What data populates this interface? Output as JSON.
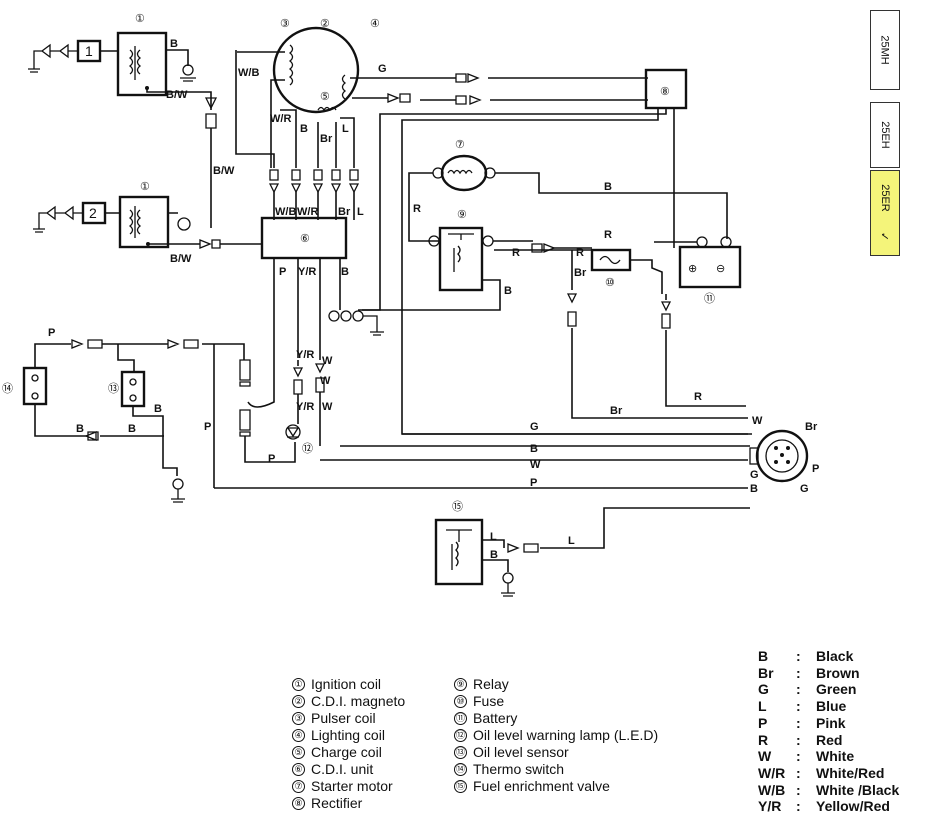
{
  "model_tabs": [
    {
      "label": "25MH",
      "selected": false,
      "mark": ""
    },
    {
      "label": "25EH",
      "selected": false,
      "mark": ""
    },
    {
      "label": "25ER",
      "selected": true,
      "mark": "✓"
    }
  ],
  "highlight_color": "#f4f47a",
  "diagram": {
    "component_marks": [
      "①",
      "②",
      "③",
      "④",
      "⑤",
      "⑥",
      "⑦",
      "⑧",
      "⑨",
      "⑩",
      "⑪",
      "⑫",
      "⑬",
      "⑭",
      "⑮"
    ],
    "wire_labels": [
      "B",
      "B/W",
      "W/B",
      "W/R",
      "G",
      "B",
      "Br",
      "L",
      "W/B",
      "W/R",
      "Br",
      "L",
      "P",
      "Y/R",
      "B",
      "W",
      "B",
      "R",
      "R",
      "R",
      "R",
      "Br",
      "B",
      "W",
      "Br",
      "Br",
      "G",
      "B",
      "W",
      "P",
      "R",
      "L",
      "P",
      "Y/R",
      "P",
      "Y/R",
      "W",
      "B",
      "B",
      "B",
      "P",
      "L",
      "B",
      "G",
      "W",
      "P",
      "G",
      "B",
      "B/W",
      "B/W"
    ],
    "plug_labels": [
      "1",
      "2"
    ],
    "battery_terminals": [
      "⊕",
      "⊖"
    ]
  },
  "components": [
    {
      "num": "①",
      "name": "Ignition coil"
    },
    {
      "num": "②",
      "name": "C.D.I. magneto"
    },
    {
      "num": "③",
      "name": "Pulser coil"
    },
    {
      "num": "④",
      "name": "Lighting coil"
    },
    {
      "num": "⑤",
      "name": "Charge coil"
    },
    {
      "num": "⑥",
      "name": "C.D.I. unit"
    },
    {
      "num": "⑦",
      "name": "Starter motor"
    },
    {
      "num": "⑧",
      "name": "Rectifier"
    },
    {
      "num": "⑨",
      "name": "Relay"
    },
    {
      "num": "⑩",
      "name": "Fuse"
    },
    {
      "num": "⑪",
      "name": "Battery"
    },
    {
      "num": "⑫",
      "name": "Oil level warning lamp (L.E.D)"
    },
    {
      "num": "⑬",
      "name": "Oil level sensor"
    },
    {
      "num": "⑭",
      "name": "Thermo switch"
    },
    {
      "num": "⑮",
      "name": "Fuel enrichment valve"
    }
  ],
  "color_codes": [
    {
      "code": "B",
      "colon": ":",
      "name": "Black"
    },
    {
      "code": "Br",
      "colon": ":",
      "name": "Brown"
    },
    {
      "code": "G",
      "colon": ":",
      "name": "Green"
    },
    {
      "code": "L",
      "colon": ":",
      "name": "Blue"
    },
    {
      "code": "P",
      "colon": ":",
      "name": "Pink"
    },
    {
      "code": "R",
      "colon": ":",
      "name": "Red"
    },
    {
      "code": "W",
      "colon": ":",
      "name": "White"
    },
    {
      "code": "W/R",
      "colon": ":",
      "name": "White/Red"
    },
    {
      "code": "W/B",
      "colon": ":",
      "name": "White /Black"
    },
    {
      "code": "Y/R",
      "colon": ":",
      "name": "Yellow/Red"
    }
  ]
}
